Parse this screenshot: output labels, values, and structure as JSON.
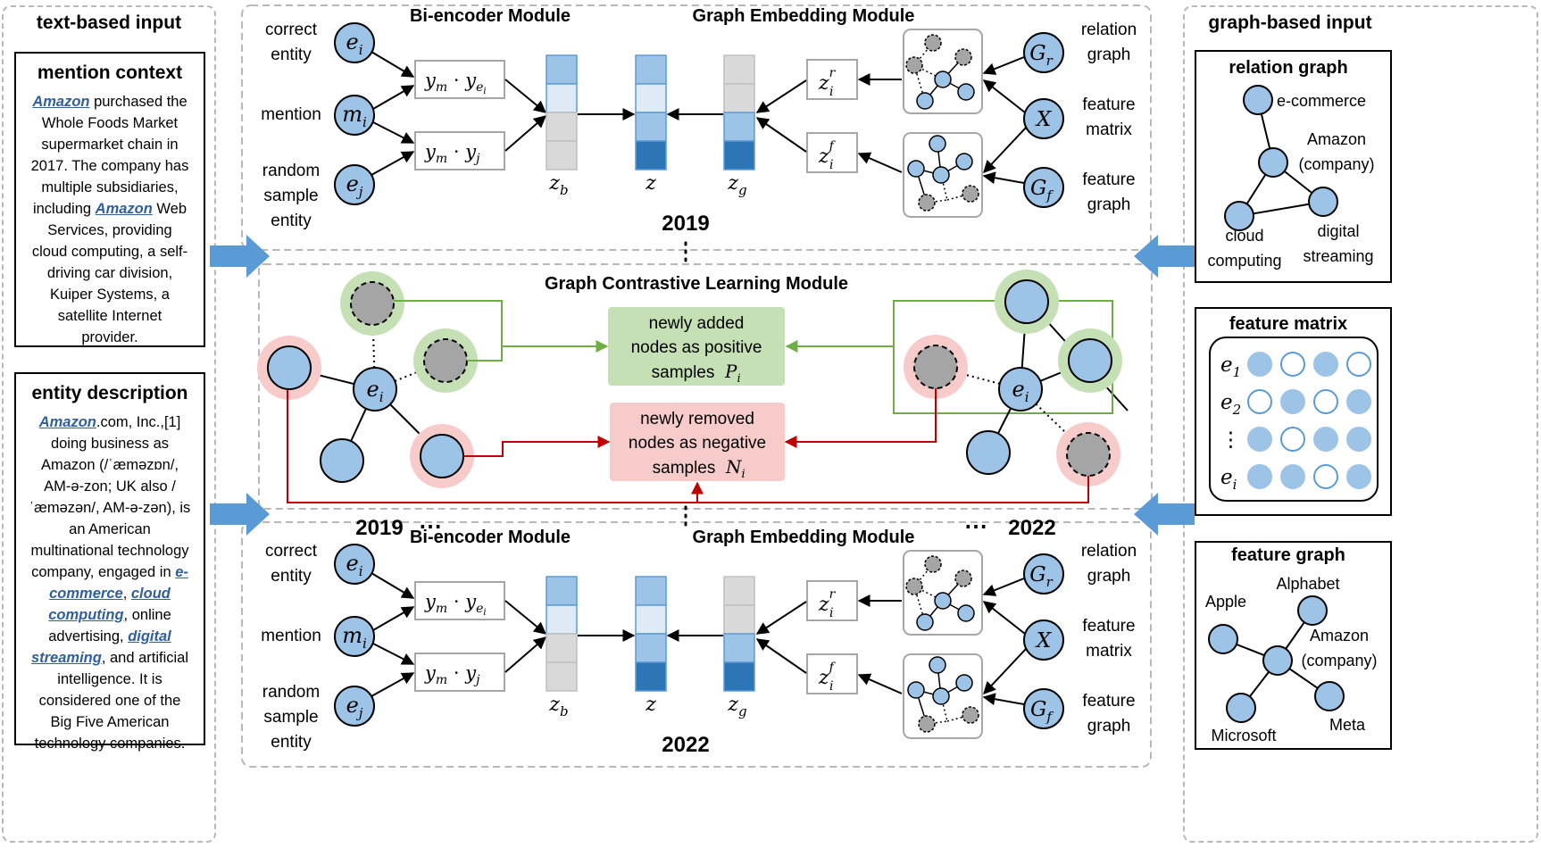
{
  "left_panel": {
    "header": "text-based input",
    "mention_context": {
      "title": "mention context",
      "parts": [
        {
          "t": "Amazon",
          "h": true
        },
        {
          "t": " purchased the Whole Foods Market supermarket chain in 2017. The company has multiple subsidiaries, including ",
          "h": false
        },
        {
          "t": "Amazon",
          "h": true
        },
        {
          "t": " Web Services, providing cloud computing, a self-driving car division, Kuiper Systems, a satellite Internet provider.",
          "h": false
        }
      ]
    },
    "entity_description": {
      "title": "entity description",
      "parts": [
        {
          "t": "Amazon",
          "h": true
        },
        {
          "t": ".com, Inc.,[1] doing business as Amazon (/ˈæməzɒn/, AM-ə-zon; UK also /ˈæməzən/, AM-ə-zən), is an American multinational technology company, engaged in ",
          "h": false
        },
        {
          "t": "e-commerce",
          "h": true
        },
        {
          "t": ", ",
          "h": false
        },
        {
          "t": "cloud computing",
          "h": true
        },
        {
          "t": ", online advertising, ",
          "h": false
        },
        {
          "t": "digital streaming",
          "h": true
        },
        {
          "t": ", and artificial intelligence. It is considered one of the Big Five American technology companies.",
          "h": false
        }
      ]
    }
  },
  "right_panel": {
    "header": "graph-based input",
    "relation_graph": {
      "title": "relation graph",
      "nodes": [
        "e-commerce",
        "Amazon (company)",
        "cloud computing",
        "digital streaming"
      ]
    },
    "feature_matrix": {
      "title": "feature matrix",
      "rows": [
        {
          "label": "e",
          "sub": "1",
          "cells": [
            1,
            0,
            1,
            0
          ]
        },
        {
          "label": "e",
          "sub": "2",
          "cells": [
            0,
            1,
            0,
            1
          ]
        },
        {
          "label": "⋮",
          "sub": "",
          "cells": [
            1,
            0,
            1,
            1
          ]
        },
        {
          "label": "e",
          "sub": "i",
          "cells": [
            1,
            1,
            0,
            1
          ]
        }
      ]
    },
    "feature_graph": {
      "title": "feature graph",
      "nodes": [
        "Apple",
        "Alphabet",
        "Amazon (company)",
        "Microsoft",
        "Meta"
      ]
    }
  },
  "center": {
    "bi_encoder_title": "Bi-encoder Module",
    "graph_embedding_title": "Graph Embedding Module",
    "contrastive_title": "Graph Contrastive Learning Module",
    "input_labels": {
      "correct_entity": [
        "correct",
        "entity"
      ],
      "mention": [
        "mention"
      ],
      "random_entity": [
        "random",
        "sample",
        "entity"
      ]
    },
    "graph_inputs": {
      "relation_graph": [
        "relation",
        "graph"
      ],
      "feature_matrix": [
        "feature",
        "matrix"
      ],
      "feature_graph": [
        "feature",
        "graph"
      ]
    },
    "year_top": "2019",
    "year_bottom": "2022",
    "year_left": "2019",
    "year_right": "2022",
    "positive_box": [
      "newly added",
      "nodes as positive",
      "samples"
    ],
    "negative_box": [
      "newly removed",
      "nodes as negative",
      "samples"
    ],
    "ellipsis": "⋯"
  },
  "colors": {
    "node_blue": "#9dc3e6",
    "node_gray": "#a5a5a5",
    "vec_light": "#deebf7",
    "vec_mid": "#9dc3e6",
    "vec_dark": "#2e75b6",
    "vec_gray": "#d9d9d9",
    "arrow_blue": "#5b9bd5",
    "green": "#70ad47",
    "green_bg": "#c5e0b4",
    "red": "#c00000",
    "red_bg": "#f8cbcb"
  }
}
